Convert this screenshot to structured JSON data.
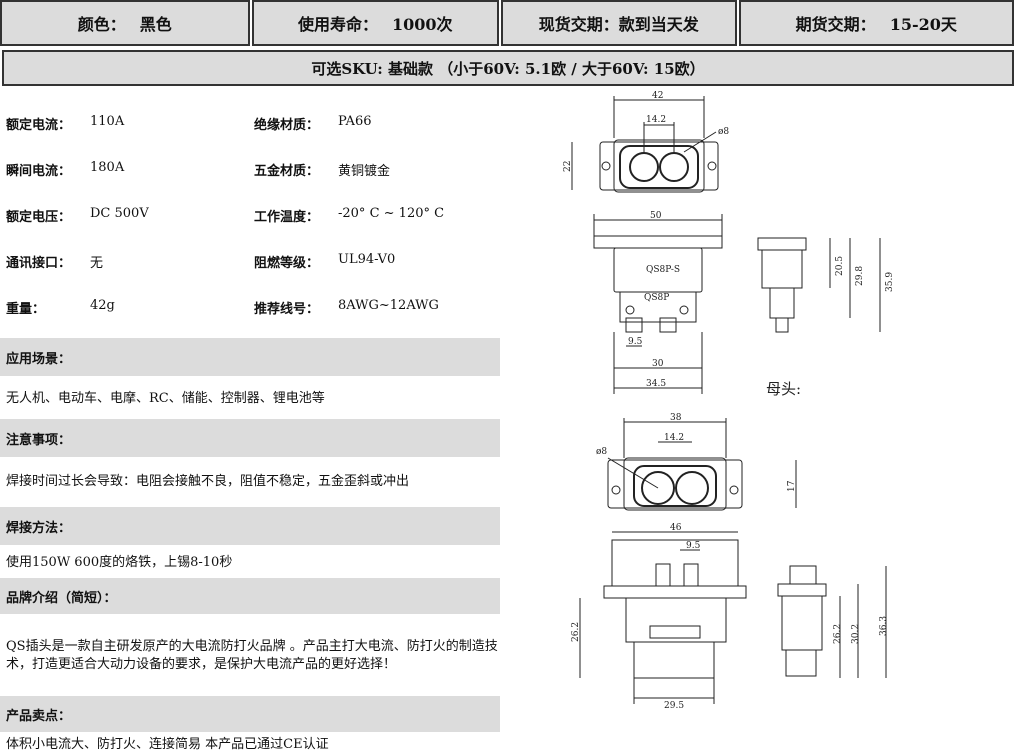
{
  "header": [
    {
      "key": "颜色：",
      "value": "黑色"
    },
    {
      "key": "使用寿命：",
      "value": "1000次"
    },
    {
      "key": "现货交期：",
      "value": "款到当天发"
    },
    {
      "key": "期货交期：",
      "value": "15-20天"
    }
  ],
  "sku": "可选SKU: 基础款 （小于60V: 5.1欧 / 大于60V: 15欧）",
  "specs": [
    {
      "l1": "额定电流：",
      "v1": "110A",
      "l2": "绝缘材质：",
      "v2": "PA66"
    },
    {
      "l1": "瞬间电流：",
      "v1": "180A",
      "l2": "五金材质：",
      "v2": "黄铜镀金"
    },
    {
      "l1": "额定电压：",
      "v1": "DC 500V",
      "l2": "工作温度：",
      "v2": "-20° C ~ 120° C"
    },
    {
      "l1": "通讯接口：",
      "v1": "无",
      "l2": "阻燃等级：",
      "v2": "UL94-V0"
    },
    {
      "l1": "重量：",
      "v1": "42g",
      "l2": "推荐线号：",
      "v2": "8AWG~12AWG"
    }
  ],
  "sections": [
    {
      "title": "应用场景：",
      "text": "无人机、电动车、电摩、RC、储能、控制器、锂电池等"
    },
    {
      "title": "注意事项：",
      "text": "焊接时间过长会导致：电阻会接触不良，阻值不稳定，五金歪斜或冲出"
    },
    {
      "title": "焊接方法：",
      "text": "使用150W 600度的烙铁，上锡8-10秒"
    },
    {
      "title": "品牌介绍（简短）：",
      "text": "QS插头是一款自主研发原产的大电流防打火品牌 。产品主打大电流、防打火的制造技术，打造更适合大动力设备的要求，是保护大电流产品的更好选择！"
    },
    {
      "title": "产品卖点：",
      "text": "体积小电流大、防打火、连接简易 本产品已通过CE认证"
    }
  ],
  "drawing": {
    "female_label": "母头:",
    "model_a": "QS8P-S",
    "model_b": "QS8P",
    "dims_top": [
      "42",
      "14.2",
      "ø8",
      "22"
    ],
    "dims_mid": [
      "50",
      "20.5",
      "29.8",
      "35.9",
      "9.5",
      "30",
      "34.5"
    ],
    "dims_female_top": [
      "38",
      "14.2",
      "ø8",
      "17"
    ],
    "dims_bottom": [
      "46",
      "9.5",
      "26.2",
      "26.2",
      "30.2",
      "36.3",
      "29.5"
    ]
  }
}
